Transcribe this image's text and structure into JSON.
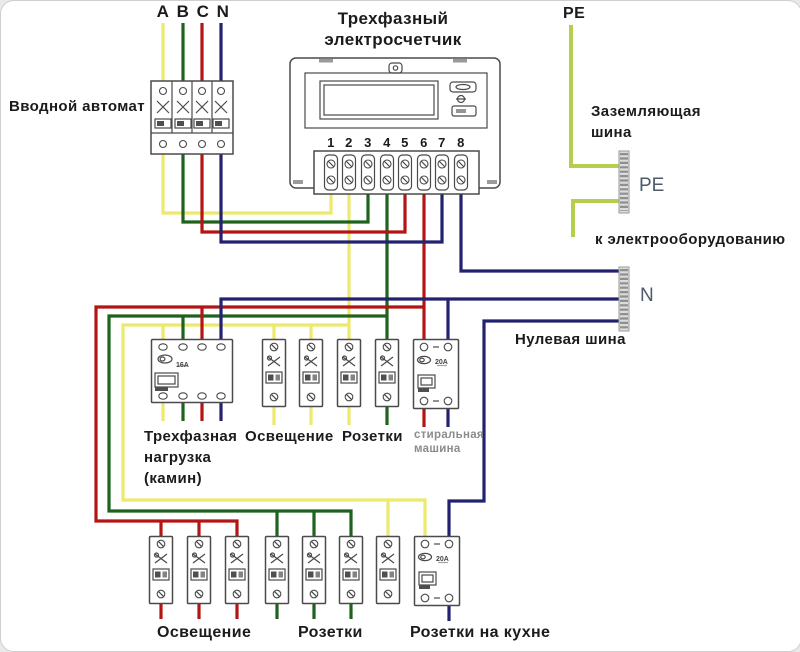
{
  "labels": {
    "phases": [
      "A",
      "B",
      "C",
      "N"
    ],
    "input_breaker": "Вводной автомат",
    "meter_title_line1": "Трехфазный",
    "meter_title_line2": "электросчетчик",
    "pe_top": "PE",
    "grounding_bus_line1": "Заземляющая",
    "grounding_bus_line2": "шина",
    "pe_bus": "PE",
    "to_equipment": "к электрооборудованию",
    "n_bus": "N",
    "neutral_bus": "Нулевая шина",
    "three_phase_load_line1": "Трехфазная",
    "three_phase_load_line2": "нагрузка",
    "three_phase_load_line3": "(камин)",
    "lighting_mid": "Освещение",
    "sockets_mid": "Розетки",
    "washing_machine_line1": "стиральная",
    "washing_machine_line2": "машина",
    "lighting_bottom": "Освещение",
    "sockets_bottom": "Розетки",
    "kitchen_sockets": "Розетки на кухне"
  },
  "meter": {
    "terminals": [
      "1",
      "2",
      "3",
      "4",
      "5",
      "6",
      "7",
      "8"
    ]
  },
  "devices": {
    "rcd_3phase_rating": "16A",
    "washer_rcd_rating": "20A",
    "kitchen_rcd_rating": "20A"
  },
  "colors": {
    "wire_a": "#ece96d",
    "wire_b": "#1d631d",
    "wire_c": "#b31515",
    "wire_n": "#232270",
    "wire_pe": "#b4cf4d",
    "bus_tick": "#8f8f8f",
    "device_stroke": "#4a4a4a",
    "text_primary": "#1b1b1b",
    "text_muted": "#8b8b8b",
    "text_bluegray": "#4d5a6b"
  }
}
